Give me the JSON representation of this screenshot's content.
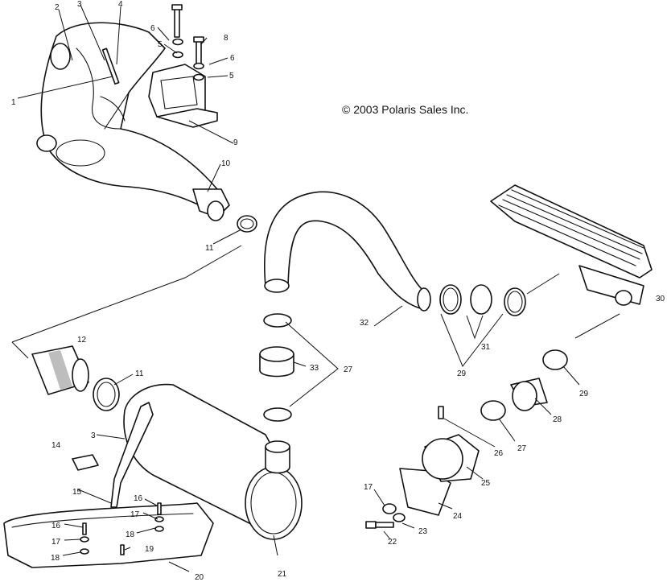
{
  "copyright": "© 2003 Polaris Sales Inc.",
  "callouts": [
    {
      "id": "c1",
      "text": "1"
    },
    {
      "id": "c2",
      "text": "2"
    },
    {
      "id": "c3a",
      "text": "3"
    },
    {
      "id": "c4",
      "text": "4"
    },
    {
      "id": "c5a",
      "text": "5"
    },
    {
      "id": "c5b",
      "text": "5"
    },
    {
      "id": "c6a",
      "text": "6"
    },
    {
      "id": "c6b",
      "text": "6"
    },
    {
      "id": "c8",
      "text": "8"
    },
    {
      "id": "c9",
      "text": "9"
    },
    {
      "id": "c10",
      "text": "10"
    },
    {
      "id": "c11a",
      "text": "11"
    },
    {
      "id": "c11b",
      "text": "11"
    },
    {
      "id": "c12",
      "text": "12"
    },
    {
      "id": "c3b",
      "text": "3"
    },
    {
      "id": "c14",
      "text": "14"
    },
    {
      "id": "c15",
      "text": "15"
    },
    {
      "id": "c16a",
      "text": "16"
    },
    {
      "id": "c16b",
      "text": "16"
    },
    {
      "id": "c17a",
      "text": "17"
    },
    {
      "id": "c17b",
      "text": "17"
    },
    {
      "id": "c17c",
      "text": "17"
    },
    {
      "id": "c18a",
      "text": "18"
    },
    {
      "id": "c18b",
      "text": "18"
    },
    {
      "id": "c19",
      "text": "19"
    },
    {
      "id": "c20",
      "text": "20"
    },
    {
      "id": "c21",
      "text": "21"
    },
    {
      "id": "c22",
      "text": "22"
    },
    {
      "id": "c23",
      "text": "23"
    },
    {
      "id": "c24",
      "text": "24"
    },
    {
      "id": "c25",
      "text": "25"
    },
    {
      "id": "c26",
      "text": "26"
    },
    {
      "id": "c27a",
      "text": "27"
    },
    {
      "id": "c27b",
      "text": "27"
    },
    {
      "id": "c28",
      "text": "28"
    },
    {
      "id": "c29a",
      "text": "29"
    },
    {
      "id": "c29b",
      "text": "29"
    },
    {
      "id": "c30",
      "text": "30"
    },
    {
      "id": "c31",
      "text": "31"
    },
    {
      "id": "c32",
      "text": "32"
    },
    {
      "id": "c33",
      "text": "33"
    }
  ]
}
